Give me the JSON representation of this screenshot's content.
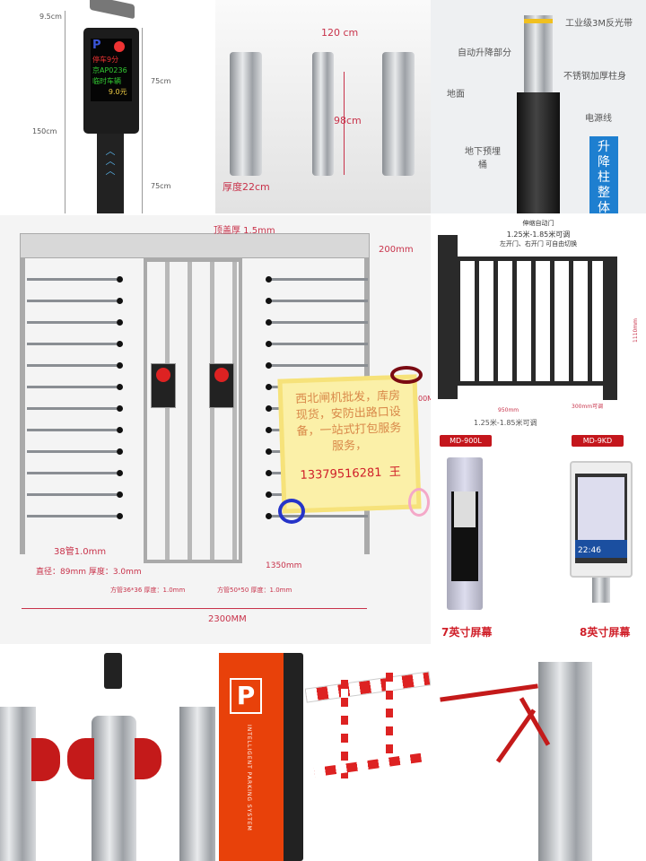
{
  "parking_terminal": {
    "display_lines": [
      "停车9分",
      "京AP0236",
      "临时车辆",
      "9.0元"
    ],
    "parking_symbol": "P",
    "dimensions": [
      "9.5cm",
      "75cm",
      "150cm",
      "75cm"
    ]
  },
  "swing_gate": {
    "dimensions": [
      "120 cm",
      "98cm",
      "厚度22cm"
    ]
  },
  "bollard": {
    "labels": [
      "工业级3M反光带",
      "自动升降部分",
      "不锈钢加厚柱身",
      "地面",
      "电源线",
      "地下预埋桶"
    ],
    "banner": "升降柱整体"
  },
  "full_height_turnstile": {
    "labels": [
      "顶盖厚 1.5mm",
      "200mm",
      "38管1.0mm",
      "直径：89mm 厚度：3.0mm",
      "方管36*36 厚度：1.0mm",
      "方管50*50 厚度：1.0mm",
      "1350mm",
      "2300MM",
      "00MM"
    ]
  },
  "sticky_note": {
    "text": "西北闸机批发，库房现货，安防出路口设备，一站式打包服务服务，",
    "phone": "13379516281",
    "name": "王"
  },
  "telescopic_gate": {
    "title": "伸缩自动门",
    "range": "1.25米-1.85米可调",
    "subtitle": "左开门、右开门 可自由切换",
    "width": "950mm",
    "adjust": "300mm可调",
    "height": "1110mm",
    "bottom_range": "1.25米-1.85米可调"
  },
  "face_terminals": [
    {
      "model": "MD-900L",
      "caption": "7英寸屏幕"
    },
    {
      "model": "MD-9KD",
      "caption": "8英寸屏幕",
      "time": "22:46"
    }
  ],
  "parking_barrier": {
    "symbol": "P",
    "vertical_text": "INTELLIGENT PARKING SYSTEM"
  },
  "colors": {
    "dimension_red": "#c8324a",
    "model_badge": "#c4161c",
    "note_yellow": "#fbf0a8",
    "bollard_banner": "#1e7fd0"
  }
}
